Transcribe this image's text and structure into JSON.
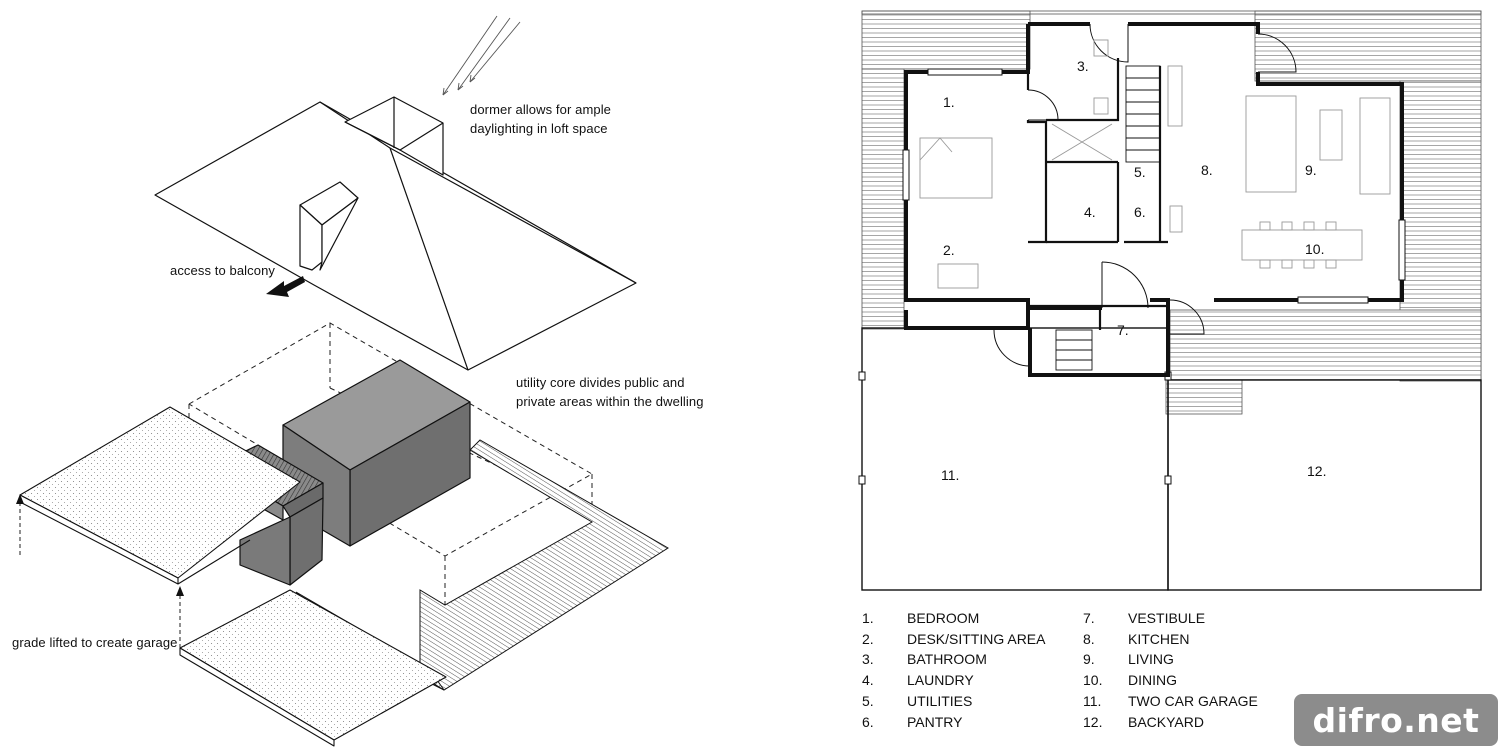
{
  "annotations": {
    "dormer": [
      "dormer allows for ample",
      "daylighting in loft space"
    ],
    "balcony": [
      "access to balcony"
    ],
    "core": [
      "utility core divides public and",
      "private areas within the dwelling"
    ],
    "grade": [
      "grade lifted to create garage"
    ]
  },
  "room_numbers": [
    "1.",
    "2.",
    "3.",
    "4.",
    "5.",
    "6.",
    "7.",
    "8.",
    "9.",
    "10.",
    "11.",
    "12."
  ],
  "legend": [
    {
      "num": "1.",
      "label": "BEDROOM"
    },
    {
      "num": "2.",
      "label": "DESK/SITTING AREA"
    },
    {
      "num": "3.",
      "label": "BATHROOM"
    },
    {
      "num": "4.",
      "label": "LAUNDRY"
    },
    {
      "num": "5.",
      "label": "UTILITIES"
    },
    {
      "num": "6.",
      "label": "PANTRY"
    },
    {
      "num": "7.",
      "label": "VESTIBULE"
    },
    {
      "num": "8.",
      "label": "KITCHEN"
    },
    {
      "num": "9.",
      "label": "LIVING"
    },
    {
      "num": "10.",
      "label": "DINING"
    },
    {
      "num": "11.",
      "label": "TWO CAR GARAGE"
    },
    {
      "num": "12.",
      "label": "BACKYARD"
    }
  ],
  "watermark": "difro.net",
  "colors": {
    "core": "#777777",
    "line": "#111111",
    "hatch": "#9a9a9a"
  }
}
